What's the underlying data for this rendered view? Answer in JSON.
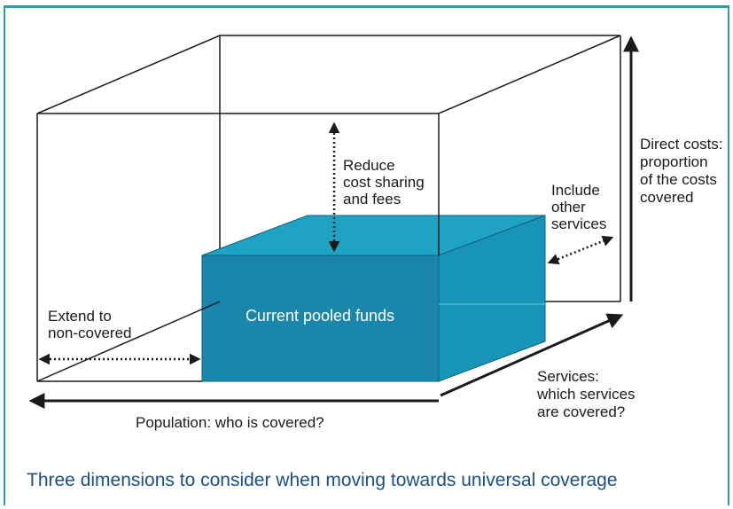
{
  "diagram": {
    "box_label": "Current pooled funds",
    "labels": {
      "reduce": [
        "Reduce",
        "cost sharing",
        "and fees"
      ],
      "include": [
        "Include",
        "other",
        "services"
      ],
      "direct": [
        "Direct costs:",
        "proportion",
        "of the costs",
        "covered"
      ],
      "extend": [
        "Extend to",
        "non-covered"
      ],
      "services": [
        "Services:",
        "which services",
        "are covered?"
      ],
      "population": "Population: who is covered?"
    },
    "colors": {
      "box_front": "#1a86ab",
      "box_top": "#1fa3c4",
      "box_side": "#1894b8",
      "frame_border": "#2a9ea8",
      "caption": "#1b4f8a",
      "lines": "#1a1a1a"
    }
  },
  "caption": "Three dimensions to consider when moving towards universal coverage"
}
